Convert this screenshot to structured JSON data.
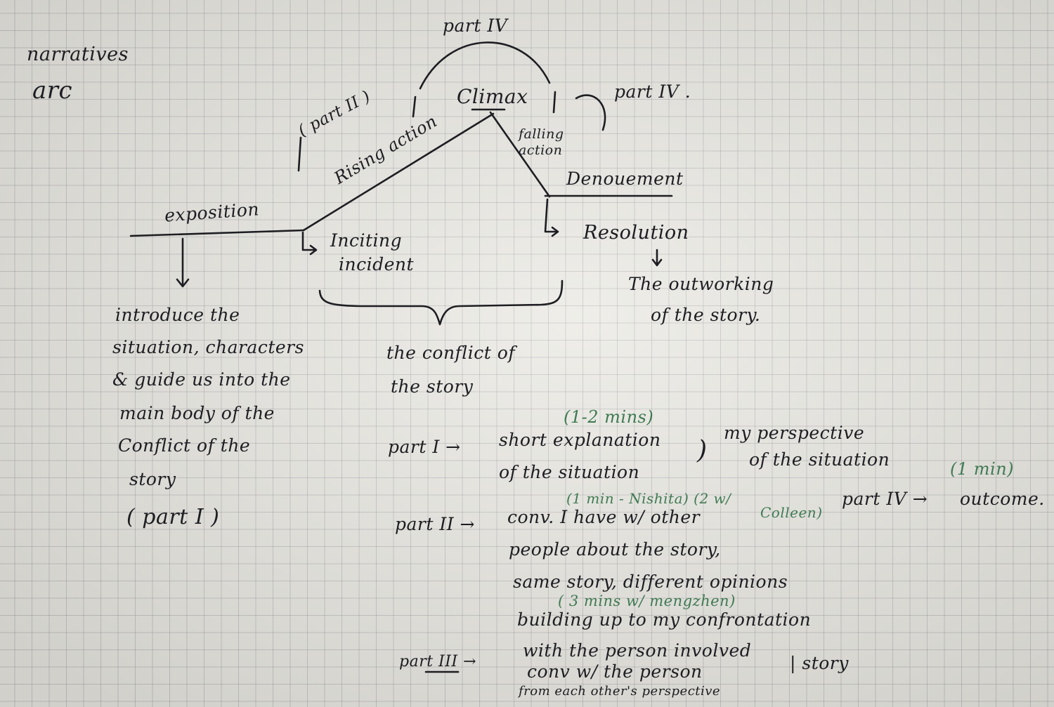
{
  "arc_heading": {
    "line1": "narratives",
    "line2": "arc"
  },
  "arc_labels": {
    "part_iv_top": "part IV",
    "climax": "Climax",
    "part_iv_right": "part IV .",
    "part_ii": "( part II )",
    "rising_action": "Rising action",
    "falling_action": "falling action",
    "denouement": "Denouement",
    "exposition": "exposition",
    "inciting": "Inciting",
    "incident": "incident",
    "resolution": "Resolution"
  },
  "notes": {
    "intro": [
      "introduce the",
      "situation, characters",
      "& guide us into the",
      "main body of the",
      "Conflict of the",
      "story",
      "( part I )"
    ],
    "conflict": [
      "the conflict of",
      "the story"
    ],
    "outworking": [
      "The outworking",
      "of the story."
    ]
  },
  "parts": {
    "p1_time": "(1-2 mins)",
    "p1_label": "part I →",
    "p1_line1": "short explanation",
    "p1_line2": "of the situation",
    "p1_persp1": "my perspective",
    "p1_persp2": "of the situation",
    "p1_green_right": "(1 min)",
    "p4_label": "part IV →",
    "p4_text": "outcome.",
    "p2_time": "(1 min - Nishita) (2 w/",
    "p2_time_end": "Colleen)",
    "p2_label": "part II →",
    "p2_line1": "conv. I have w/ other",
    "p2_line2": "people about the story,",
    "p2_line3": "same story, different opinions",
    "p3_time": "( 3 mins w/ mengzhen)",
    "p2_line4": "building up to my confrontation",
    "p2_line5": "with the person involved",
    "p3_label": "part III →",
    "p3_line1": "conv w/ the person",
    "p3_line1b": "| story",
    "p3_line2": "from each other's perspective"
  },
  "colors": {
    "ink": "#1d1d22",
    "green_ink": "#3f7a52",
    "paper": "#e9e8e2"
  }
}
